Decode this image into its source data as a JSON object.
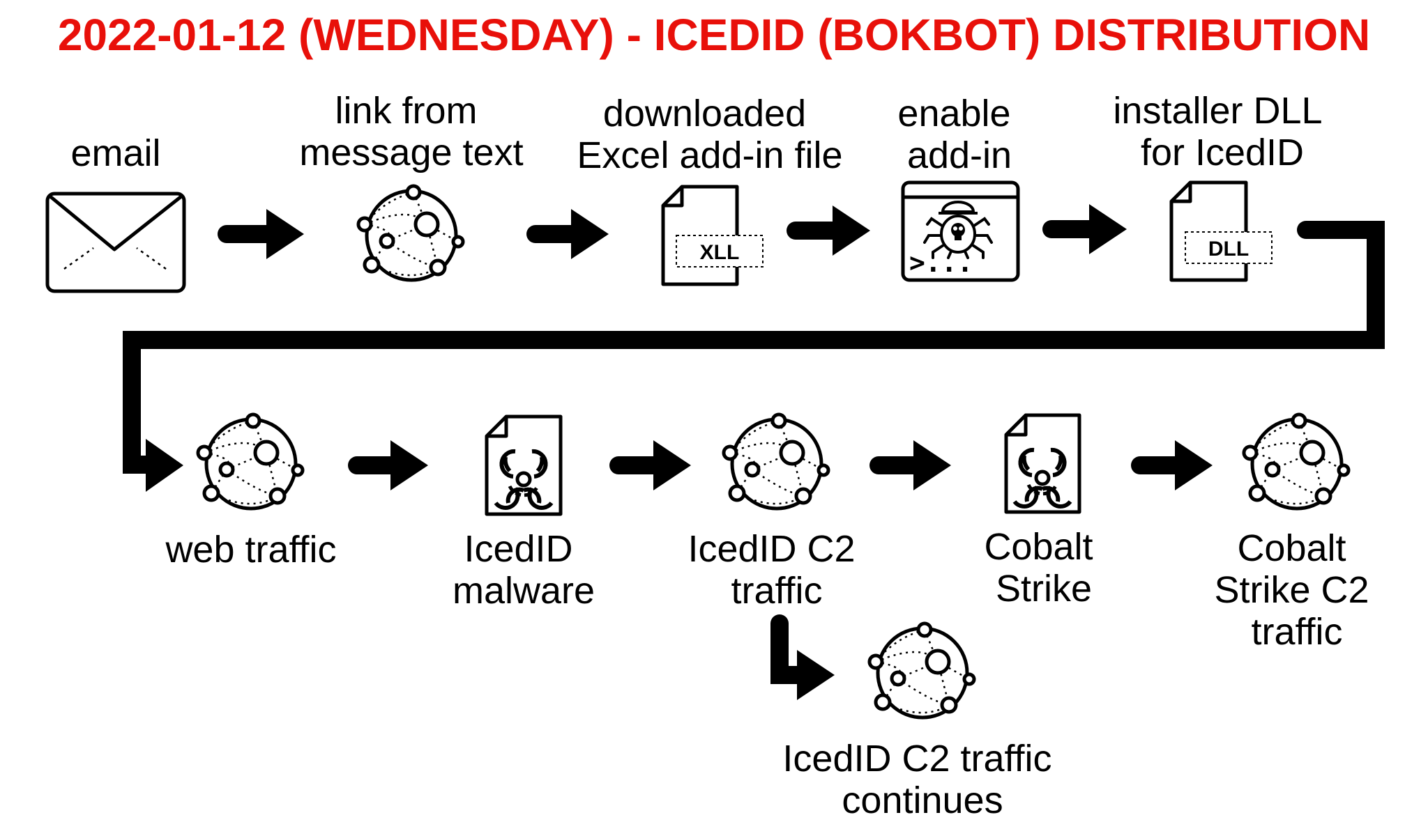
{
  "title": "2022-01-12 (WEDNESDAY) - ICEDID (BOKBOT) DISTRIBUTION",
  "colors": {
    "title": "#e8100a",
    "ink": "#000000",
    "background": "#ffffff"
  },
  "row1": {
    "email": {
      "icon": "envelope-icon",
      "lines": [
        "email"
      ]
    },
    "link": {
      "icon": "network-globe-icon",
      "lines": [
        "link from",
        "message text"
      ]
    },
    "xll": {
      "icon": "xll-file-icon",
      "badge": "XLL",
      "lines": [
        "downloaded",
        "Excel add-in file"
      ]
    },
    "enable": {
      "icon": "bug-console-icon",
      "prompt": ">...",
      "lines": [
        "enable",
        "add-in"
      ]
    },
    "dll": {
      "icon": "dll-file-icon",
      "badge": "DLL",
      "lines": [
        "installer DLL",
        "for IcedID"
      ]
    }
  },
  "row2": {
    "web": {
      "icon": "network-globe-icon",
      "lines": [
        "web traffic"
      ]
    },
    "malware": {
      "icon": "biohazard-file-icon",
      "lines": [
        "IcedID",
        "malware"
      ]
    },
    "c2": {
      "icon": "network-globe-icon",
      "lines": [
        "IcedID C2",
        "traffic"
      ]
    },
    "cobalt": {
      "icon": "biohazard-file-icon",
      "lines": [
        "Cobalt",
        "Strike"
      ]
    },
    "cobalt_c2": {
      "icon": "network-globe-icon",
      "lines": [
        "Cobalt",
        "Strike C2",
        "traffic"
      ]
    }
  },
  "continues": {
    "icon": "network-globe-icon",
    "lines": [
      "IcedID C2 traffic",
      "continues"
    ]
  }
}
